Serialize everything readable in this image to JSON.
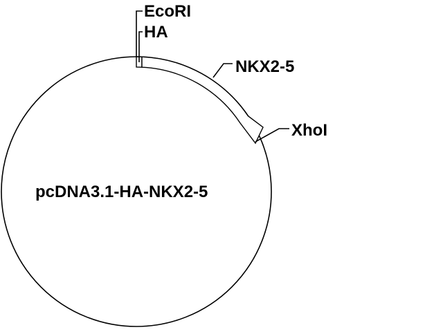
{
  "plasmid": {
    "name": "pcDNA3.1-HA-NKX2-5"
  },
  "features": {
    "ecori": "EcoRI",
    "ha": "HA",
    "nkx": "NKX2-5",
    "xhoi": "XhoI"
  },
  "colors": {
    "stroke": "#000000",
    "background": "#ffffff"
  }
}
